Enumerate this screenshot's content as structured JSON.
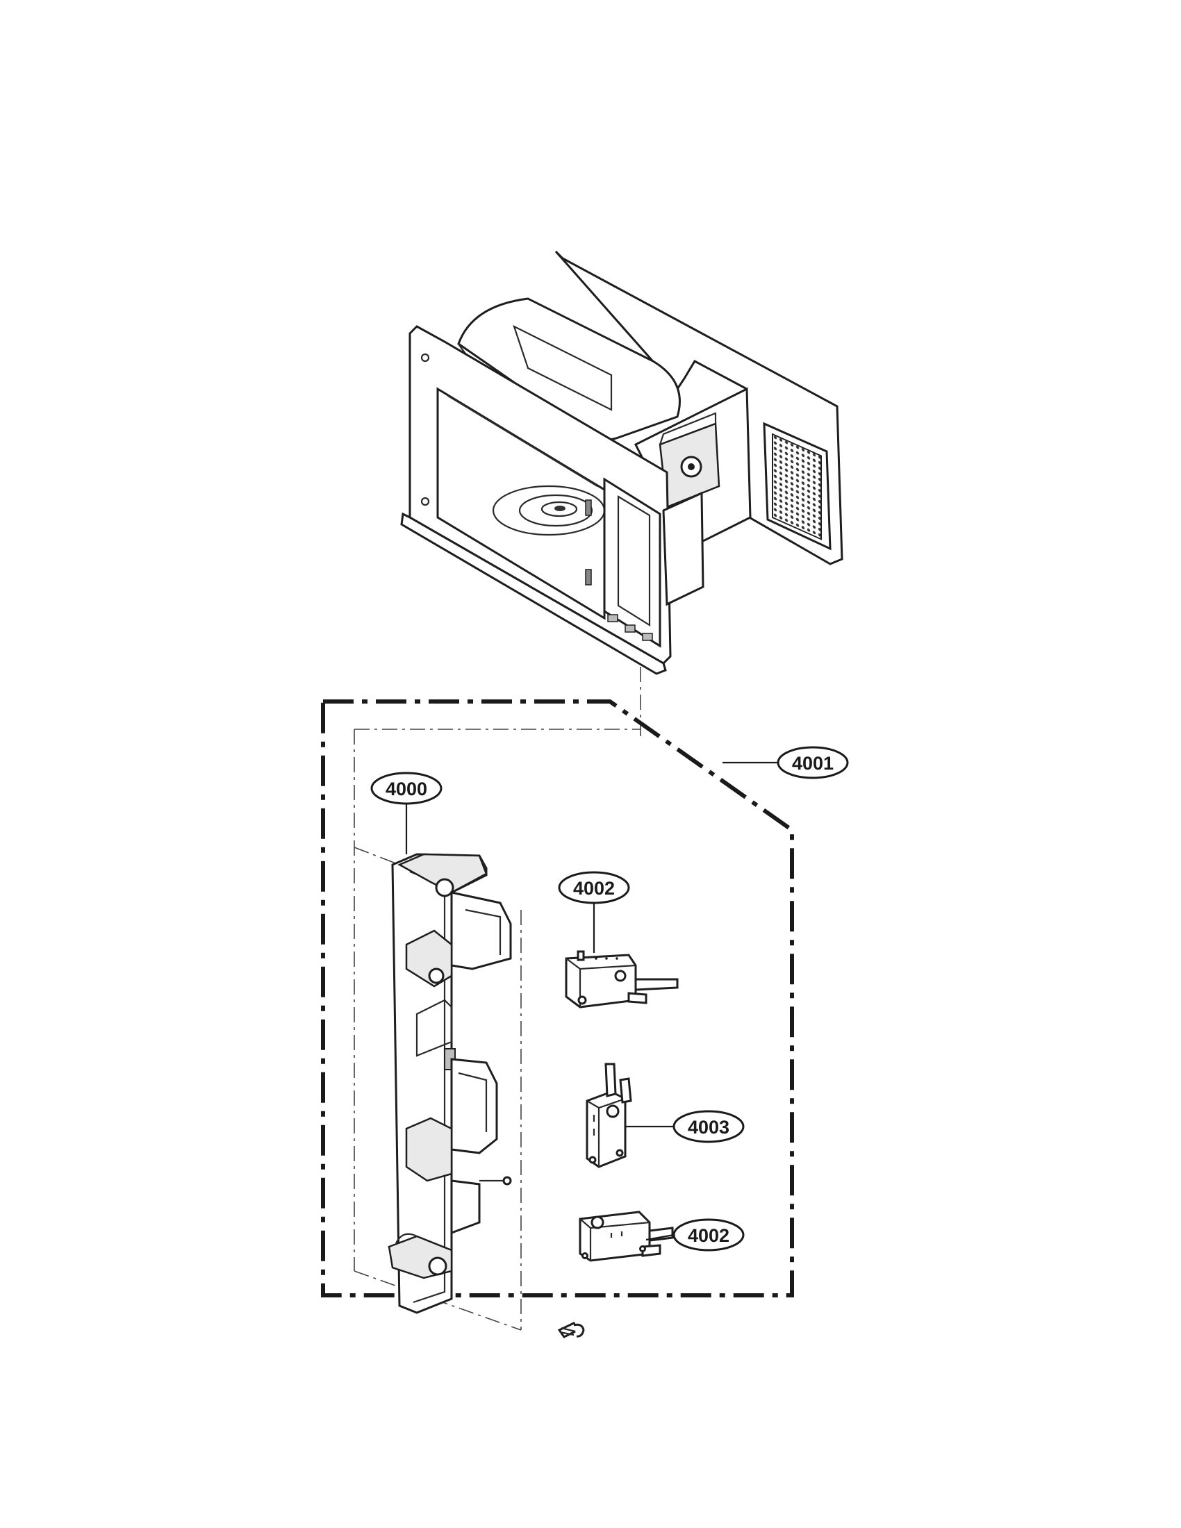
{
  "diagram": {
    "callouts": [
      {
        "id": "4001",
        "label": "4001"
      },
      {
        "id": "4000",
        "label": "4000"
      },
      {
        "id": "4002a",
        "label": "4002"
      },
      {
        "id": "4003",
        "label": "4003"
      },
      {
        "id": "4002b",
        "label": "4002"
      }
    ],
    "components": [
      "microwave-cavity-assembly",
      "latch-board",
      "interlock-switch",
      "monitor-switch",
      "screw"
    ]
  }
}
